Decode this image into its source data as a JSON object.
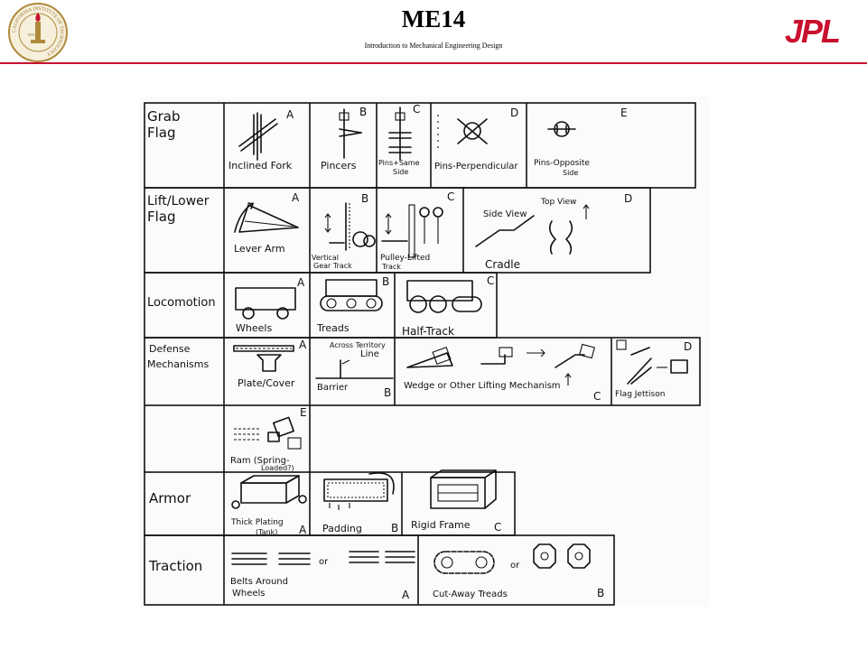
{
  "header": {
    "title": "ME14",
    "subtitle": "Introduction to Mechanical Engineering Design",
    "seal_text": "CALIFORNIA INSTITUTE OF TECHNOLOGY",
    "seal_year": "1891",
    "logo_text": "JPL",
    "rule_color": "#c8102e"
  },
  "rows": [
    {
      "label": [
        "Grab",
        "Flag"
      ],
      "options": [
        {
          "letter": "A",
          "caption": [
            "Inclined Fork"
          ]
        },
        {
          "letter": "B",
          "caption": [
            "Pincers"
          ]
        },
        {
          "letter": "C",
          "caption": [
            "Pins+Same",
            "Side"
          ]
        },
        {
          "letter": "D",
          "caption": [
            "Pins-Perpendicular"
          ]
        },
        {
          "letter": "E",
          "caption": [
            "Pins-Opposite",
            "Side"
          ]
        }
      ]
    },
    {
      "label": [
        "Lift/Lower",
        "Flag"
      ],
      "options": [
        {
          "letter": "A",
          "caption": [
            "Lever Arm"
          ]
        },
        {
          "letter": "B",
          "caption": [
            "Vertical",
            "Gear Track"
          ]
        },
        {
          "letter": "C",
          "caption": [
            "Pulley-Lifted",
            "Track"
          ]
        },
        {
          "letter": "D",
          "caption": [
            "Cradle"
          ],
          "notes": [
            "Side View",
            "Top View"
          ]
        }
      ]
    },
    {
      "label": [
        "Locomotion"
      ],
      "options": [
        {
          "letter": "A",
          "caption": [
            "Wheels"
          ]
        },
        {
          "letter": "B",
          "caption": [
            "Treads"
          ]
        },
        {
          "letter": "C",
          "caption": [
            "Half-Track"
          ]
        }
      ]
    },
    {
      "label": [
        "Defense",
        "Mechanisms"
      ],
      "options": [
        {
          "letter": "A",
          "caption": [
            "Plate/Cover"
          ]
        },
        {
          "letter": "B",
          "caption": [
            "Barrier"
          ],
          "notes": [
            "Across Territory",
            "Line"
          ]
        },
        {
          "letter": "C",
          "caption": [
            "Wedge or Other Lifting Mechanism"
          ]
        },
        {
          "letter": "D",
          "caption": [
            "Flag Jettison"
          ]
        },
        {
          "letter": "E",
          "caption": [
            "Ram (Spring-",
            "Loaded?)"
          ]
        }
      ]
    },
    {
      "label": [
        "Armor"
      ],
      "options": [
        {
          "letter": "A",
          "caption": [
            "Thick Plating",
            "(Tank)"
          ]
        },
        {
          "letter": "B",
          "caption": [
            "Padding"
          ]
        },
        {
          "letter": "C",
          "caption": [
            "Rigid Frame"
          ]
        }
      ]
    },
    {
      "label": [
        "Traction"
      ],
      "options": [
        {
          "letter": "A",
          "caption": [
            "Belts Around",
            "Wheels"
          ],
          "notes": [
            "or"
          ]
        },
        {
          "letter": "B",
          "caption": [
            "Cut-Away Treads"
          ],
          "notes": [
            "or"
          ]
        }
      ]
    }
  ]
}
